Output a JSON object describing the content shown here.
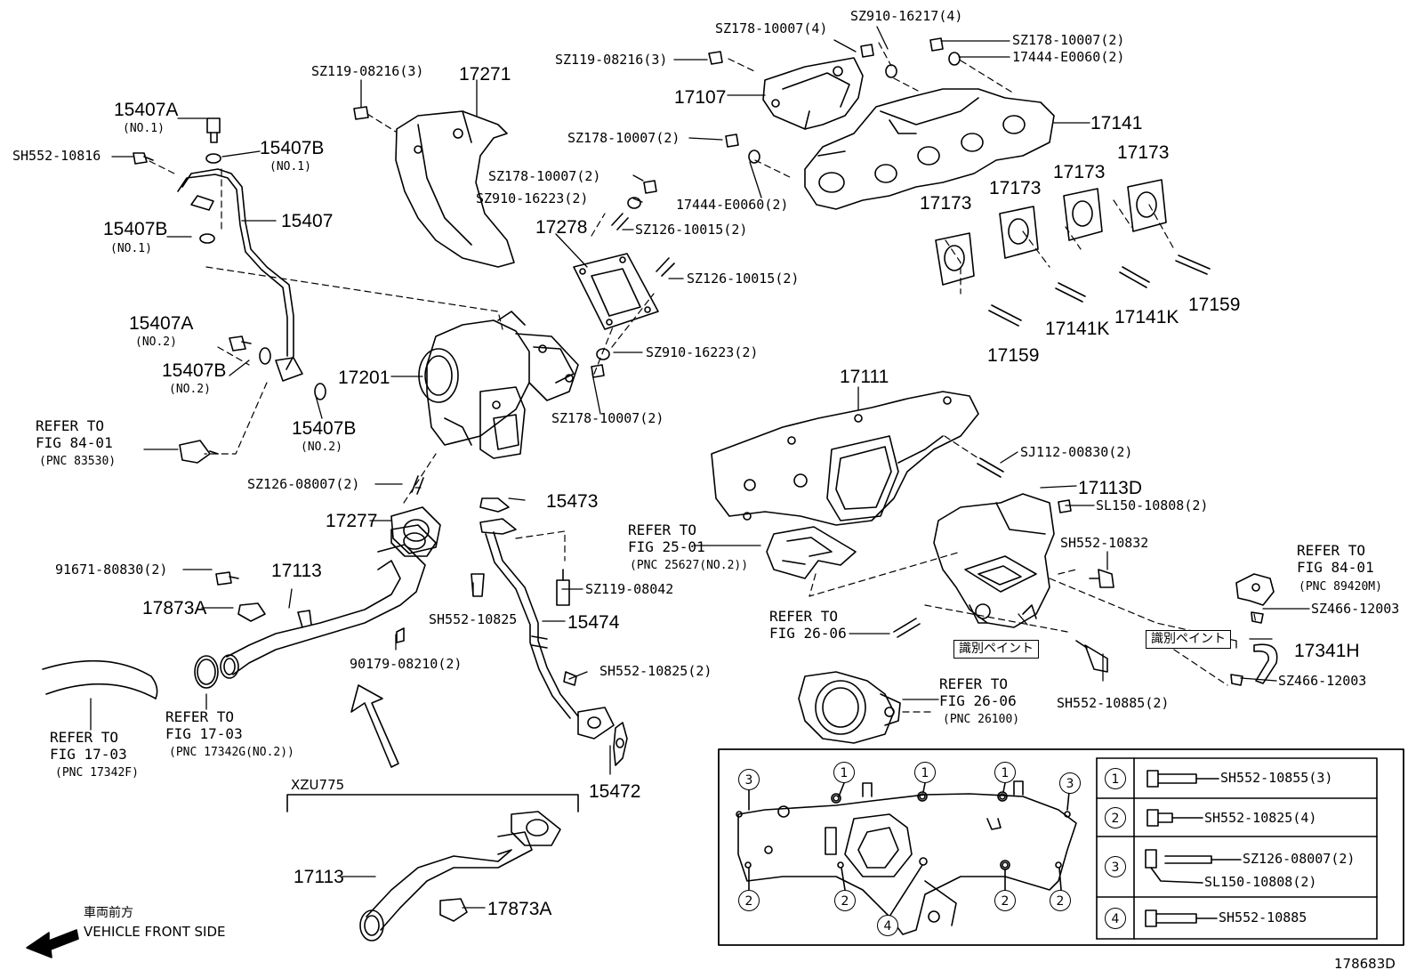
{
  "diagram_id": "178683D",
  "front_side": {
    "jp": "車両前方",
    "en": "VEHICLE FRONT SIDE"
  },
  "model_label": "XZU775",
  "paint_marks": [
    "識別ペイント",
    "識別ペイント"
  ],
  "parts": {
    "p17271": "17271",
    "p17107": "17107",
    "p17141": "17141",
    "p17173a": "17173",
    "p17173b": "17173",
    "p17173c": "17173",
    "p17173d": "17173",
    "p17159a": "17159",
    "p17159b": "17159",
    "p17141ka": "17141K",
    "p17141kb": "17141K",
    "p17278": "17278",
    "p17201": "17201",
    "p17111": "17111",
    "p17113d": "17113D",
    "p15407a1": "15407A",
    "p15407a1n": "(NO.1)",
    "p15407b1": "15407B",
    "p15407b1n": "(NO.1)",
    "p15407b2": "15407B",
    "p15407b2n": "(NO.1)",
    "p15407": "15407",
    "p15407a2": "15407A",
    "p15407a2n": "(NO.2)",
    "p15407b3": "15407B",
    "p15407b3n": "(NO.2)",
    "p15407b4": "15407B",
    "p15407b4n": "(NO.2)",
    "p17277": "17277",
    "p17113a": "17113",
    "p17873a1": "17873A",
    "p15473": "15473",
    "p15474": "15474",
    "p15472": "15472",
    "p17341h": "17341H",
    "p17113b": "17113",
    "p17873a2": "17873A"
  },
  "hardware": {
    "h1": "SZ178-10007(4)",
    "h2": "SZ910-16217(4)",
    "h3": "SZ178-10007(2)",
    "h4": "17444-E0060(2)",
    "h5": "SZ119-08216(3)",
    "h6": "SZ119-08216(3)",
    "h7": "SZ178-10007(2)",
    "h8": "SZ178-10007(2)",
    "h9": "SZ910-16223(2)",
    "h10": "17444-E0060(2)",
    "h11": "SZ126-10015(2)",
    "h12": "SZ126-10015(2)",
    "h13": "SZ910-16223(2)",
    "h14": "SZ178-10007(2)",
    "h15": "SH552-10816",
    "h16": "SZ126-08007(2)",
    "h17": "91671-80830(2)",
    "h18": "SH552-10825",
    "h19": "SZ119-08042",
    "h20": "90179-08210(2)",
    "h21": "SH552-10825(2)",
    "h22": "SJ112-00830(2)",
    "h23": "SL150-10808(2)",
    "h24": "SH552-10832",
    "h25": "SH552-10885(2)",
    "h26": "SZ466-12003",
    "h27": "SZ466-12003"
  },
  "refs": {
    "r1": [
      "REFER TO",
      "FIG 84-01",
      "(PNC 83530)"
    ],
    "r2": [
      "REFER TO",
      "FIG 25-01",
      "(PNC 25627(NO.2))"
    ],
    "r3": [
      "REFER TO",
      "FIG 84-01",
      "(PNC 89420M)"
    ],
    "r4": [
      "REFER TO",
      "FIG 26-06"
    ],
    "r5": [
      "REFER TO",
      "FIG 26-06",
      "(PNC 26100)"
    ],
    "r6": [
      "REFER TO",
      "FIG 17-03",
      "(PNC 17342G(NO.2))"
    ],
    "r7": [
      "REFER TO",
      "FIG 17-03",
      "(PNC 17342F)"
    ]
  },
  "bolt_pattern": {
    "circles": [
      "3",
      "1",
      "1",
      "1",
      "3",
      "2",
      "2",
      "2",
      "2",
      "4"
    ],
    "legend": [
      {
        "num": "1",
        "parts": [
          "SH552-10855(3)"
        ]
      },
      {
        "num": "2",
        "parts": [
          "SH552-10825(4)"
        ]
      },
      {
        "num": "3",
        "parts": [
          "SZ126-08007(2)",
          "SL150-10808(2)"
        ]
      },
      {
        "num": "4",
        "parts": [
          "SH552-10885"
        ]
      }
    ]
  }
}
